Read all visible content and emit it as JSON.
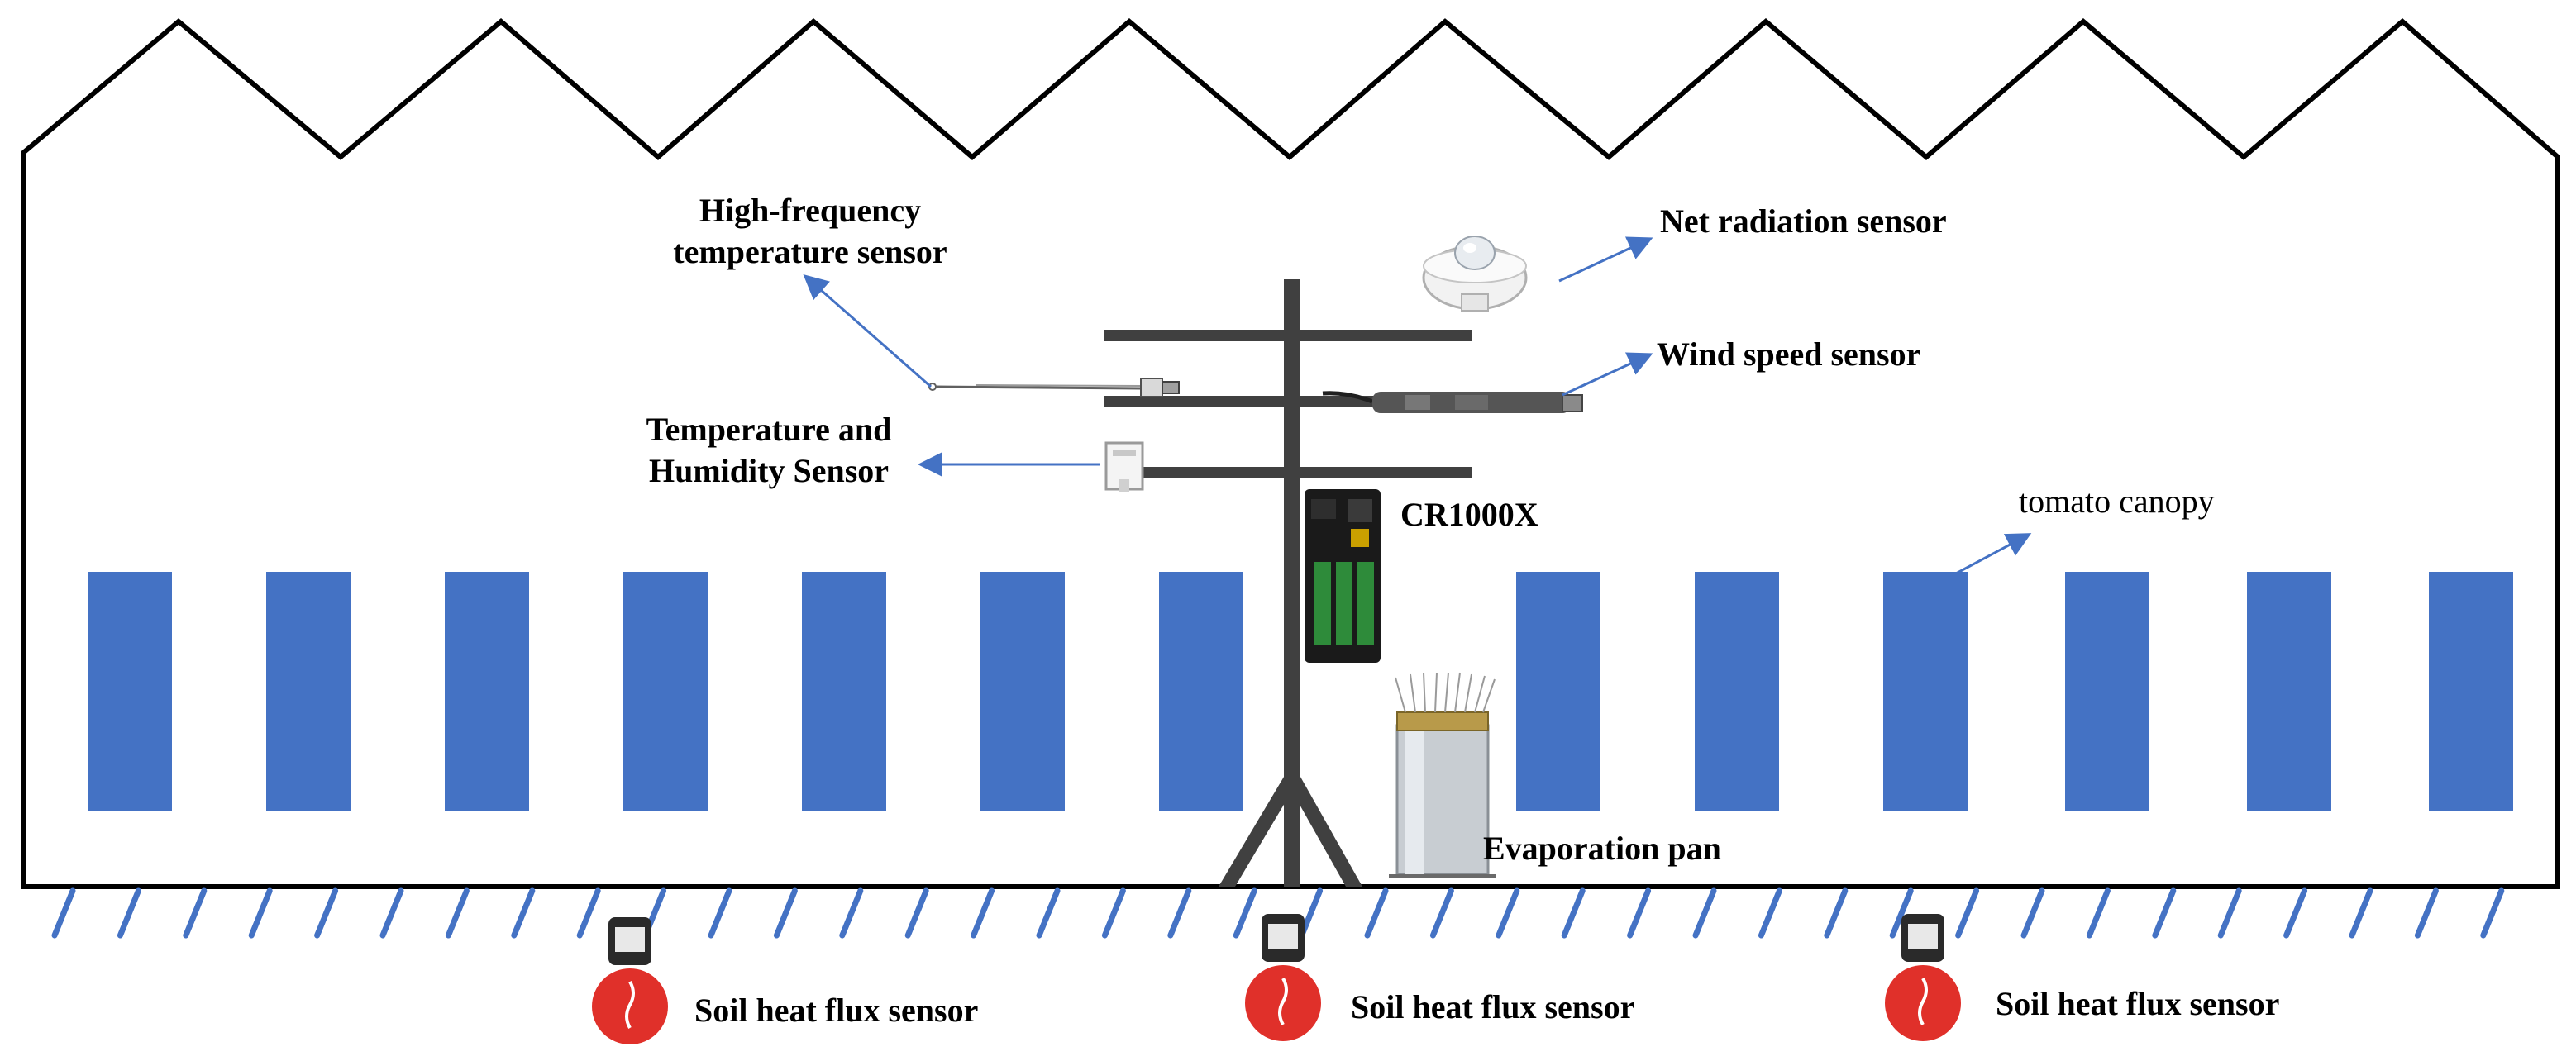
{
  "colors": {
    "canopy": "#4472C4",
    "arrow": "#4472C4",
    "outline": "#000000",
    "pole": "#404040",
    "soil_hatch": "#4472C4",
    "flux_plate": "#E0302A"
  },
  "labels": {
    "hf_temp_line1": "High-frequency",
    "hf_temp_line2": "temperature sensor",
    "net_radiation": "Net radiation sensor",
    "wind_speed": "Wind speed sensor",
    "temp_humidity_line1": "Temperature and",
    "temp_humidity_line2": "Humidity Sensor",
    "datalogger": "CR1000X",
    "canopy": "tomato canopy",
    "evaporation_pan": "Evaporation pan",
    "soil_flux_1": "Soil heat flux sensor",
    "soil_flux_2": "Soil heat flux sensor",
    "soil_flux_3": "Soil heat flux sensor"
  },
  "icons": [
    "greenhouse-roof-icon",
    "tripod-mast-icon",
    "net-radiometer-icon",
    "anemometer-icon",
    "thermocouple-icon",
    "humidity-sensor-icon",
    "datalogger-icon",
    "evaporation-pan-icon",
    "soil-heat-flux-plate-icon"
  ]
}
